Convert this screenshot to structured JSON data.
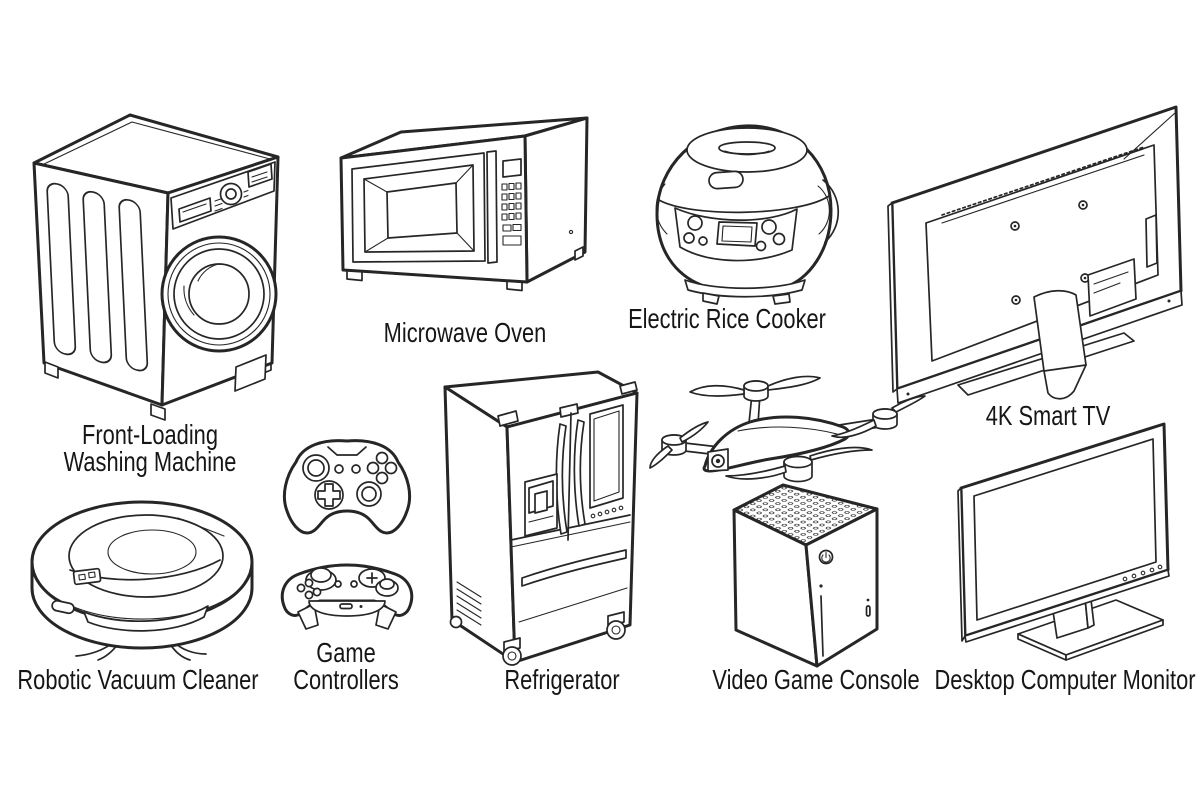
{
  "style": {
    "background": "#ffffff",
    "ink": "#262626",
    "label_color": "#161616"
  },
  "figures": [
    {
      "name": "front-loading-washing-machine",
      "label": "Front-Loading Washing Machine",
      "label_lines": [
        "Front-Loading",
        "Washing Machine"
      ]
    },
    {
      "name": "microwave-oven",
      "label": "Microwave Oven"
    },
    {
      "name": "electric-rice-cooker",
      "label": "Electric Rice Cooker"
    },
    {
      "name": "4k-smart-tv",
      "label": "4K Smart TV"
    },
    {
      "name": "robotic-vacuum-cleaner",
      "label": "Robotic Vacuum Cleaner"
    },
    {
      "name": "game-controllers",
      "label": "Game Controllers",
      "label_lines": [
        "Game",
        "Controllers"
      ]
    },
    {
      "name": "refrigerator",
      "label": "Refrigerator"
    },
    {
      "name": "camera-drone",
      "label": ""
    },
    {
      "name": "video-game-console",
      "label": "Video Game Console"
    },
    {
      "name": "desktop-computer-monitor",
      "label": "Desktop Computer Monitor"
    }
  ]
}
